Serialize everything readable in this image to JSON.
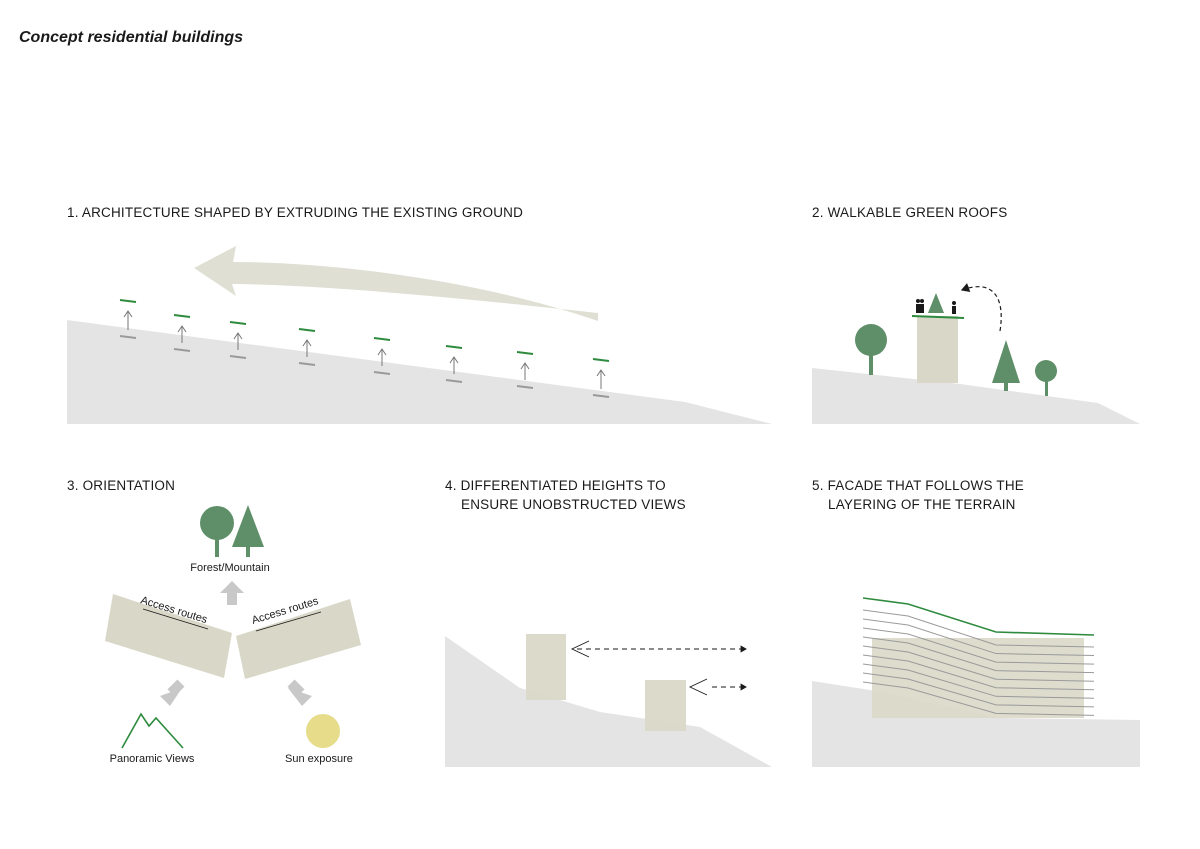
{
  "page_title": "Concept residential buildings",
  "sections": [
    {
      "heading": "1. ARCHITECTURE SHAPED BY EXTRUDING THE EXISTING GROUND"
    },
    {
      "heading": "2. WALKABLE GREEN ROOFS"
    },
    {
      "heading": "3. ORIENTATION"
    },
    {
      "heading_line1": "4. DIFFERENTIATED HEIGHTS TO",
      "heading_line2": "ENSURE UNOBSTRUCTED VIEWS"
    },
    {
      "heading_line1": "5. FACADE THAT FOLLOWS THE",
      "heading_line2": "LAYERING OF THE TERRAIN"
    }
  ],
  "orientation_labels": {
    "forest": "Forest/Mountain",
    "access_left": "Access routes",
    "access_right": "Access routes",
    "views": "Panoramic Views",
    "sun": "Sun exposure"
  },
  "colors": {
    "ground": "#e4e4e4",
    "green": "#2e8b3e",
    "tree": "#5f8f68",
    "building": "#d9d8c8",
    "sun": "#e6dc8a",
    "arrow_gray": "#c8c8c8"
  }
}
